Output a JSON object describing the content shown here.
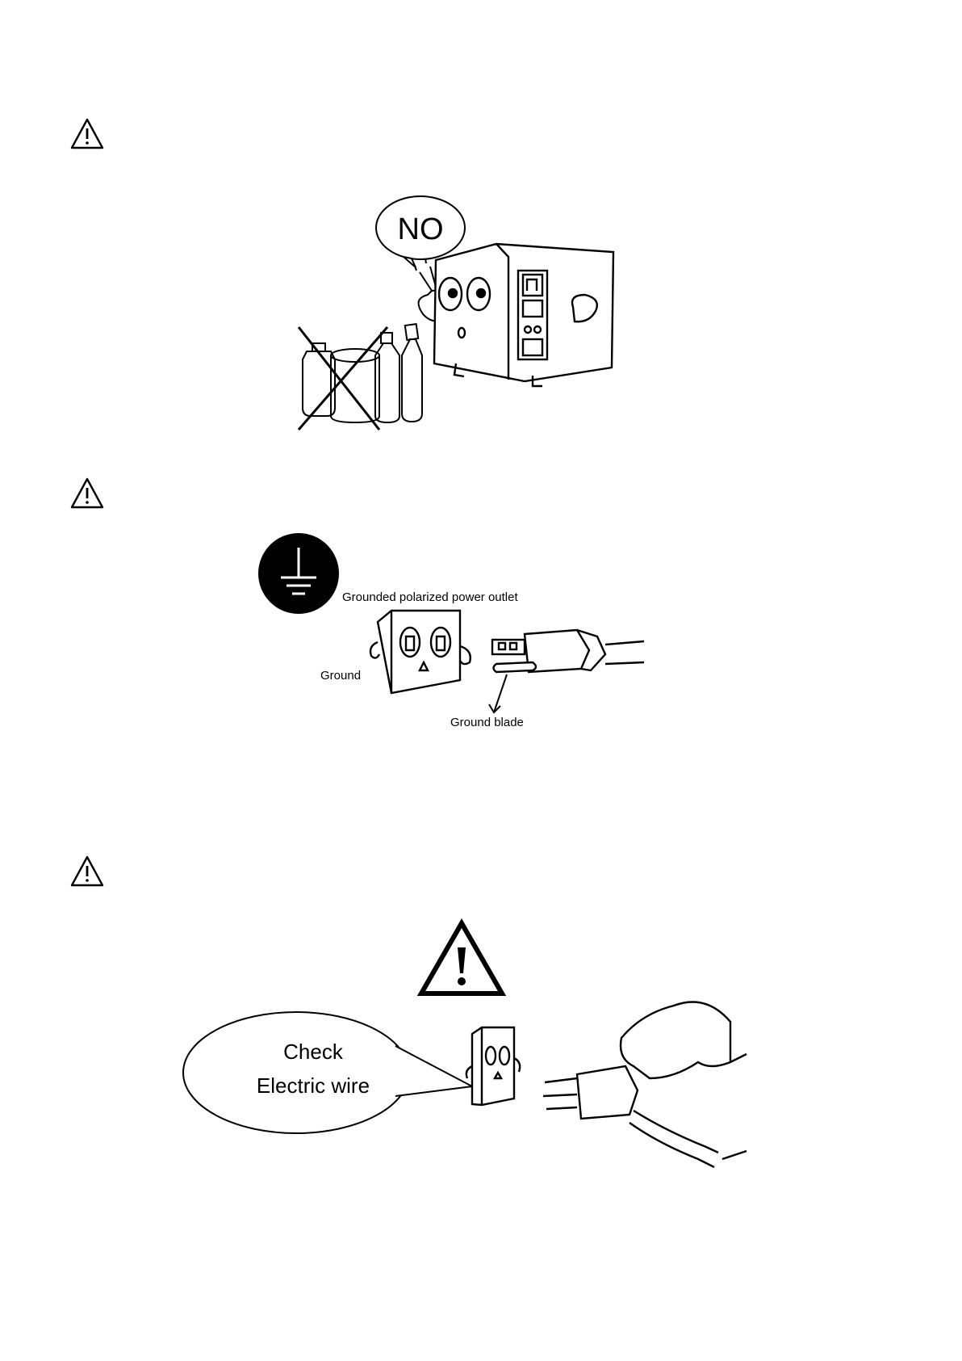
{
  "section1": {
    "speech": "NO"
  },
  "section2": {
    "outlet_label": "Grounded  polarized  power outlet",
    "ground_label": "Ground",
    "blade_label": "Ground blade"
  },
  "section3": {
    "bubble_line1": "Check",
    "bubble_line2": "Electric wire"
  },
  "icons": [
    "warning-icon",
    "ground-symbol-icon"
  ]
}
